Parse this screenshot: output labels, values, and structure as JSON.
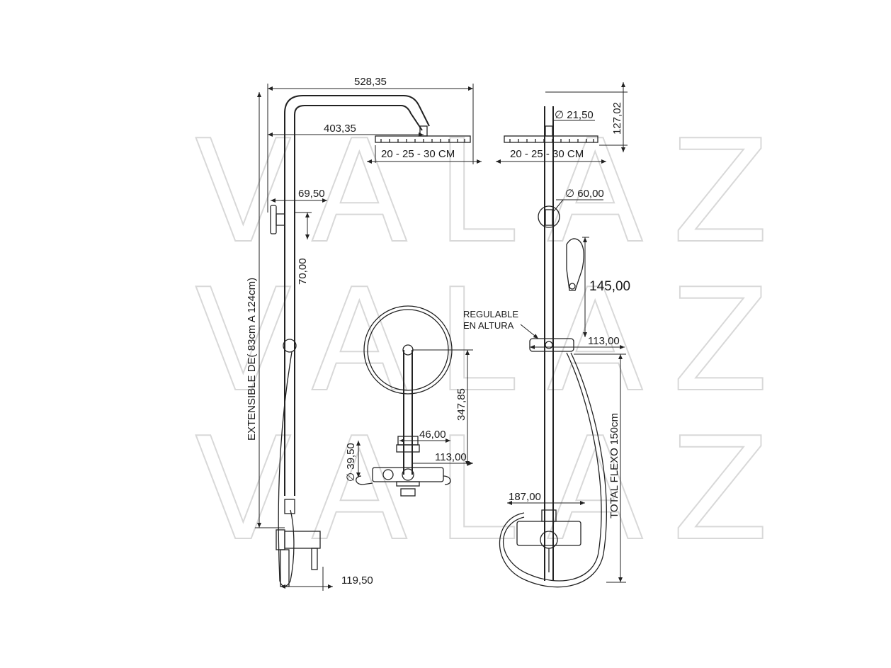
{
  "watermark": {
    "text": "VALAZ"
  },
  "dimensions": {
    "total_width": "528,35",
    "arm_length": "403,35",
    "head_size_left": "20 - 25 - 30 CM",
    "head_size_right": "20 - 25 - 30 CM",
    "pipe_diameter": "∅ 21,50",
    "top_height": "127,02",
    "bracket_offset": "69,50",
    "bracket_height": "70,00",
    "support_diameter": "∅ 60,00",
    "extensible": "EXTENSIBLE DE( 83cm A 124cm)",
    "handshower_length": "145,00",
    "regulable_line1": "REGULABLE",
    "regulable_line2": "EN ALTURA",
    "slider_offset": "113,00",
    "top_view_depth": "347,85",
    "top_view_mixer_depth": "46,00",
    "top_view_offset": "113,00",
    "knob_diameter": "∅ 39,50",
    "mixer_width": "187,00",
    "hose_length": "TOTAL FLEXO 150cm",
    "wall_depth": "119,50"
  }
}
